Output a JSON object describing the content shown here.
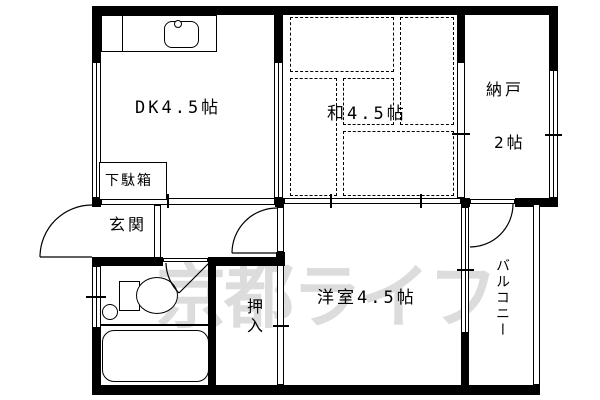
{
  "floorplan": {
    "watermark": "京都ライフ",
    "rooms": {
      "dk": {
        "label": "DK4.5帖"
      },
      "washitsu": {
        "label": "和4.5帖"
      },
      "nando": {
        "label_line1": "納戸",
        "label_line2": "2帖"
      },
      "getabako": {
        "label": "下駄箱"
      },
      "genkan": {
        "label": "玄関"
      },
      "oshiire": {
        "label": "押入"
      },
      "yoshitsu": {
        "label": "洋室4.5帖"
      },
      "balcony": {
        "label": "バルコニー"
      }
    },
    "colors": {
      "line": "#000000",
      "background": "#ffffff",
      "watermark": "#dcdcdc"
    }
  }
}
